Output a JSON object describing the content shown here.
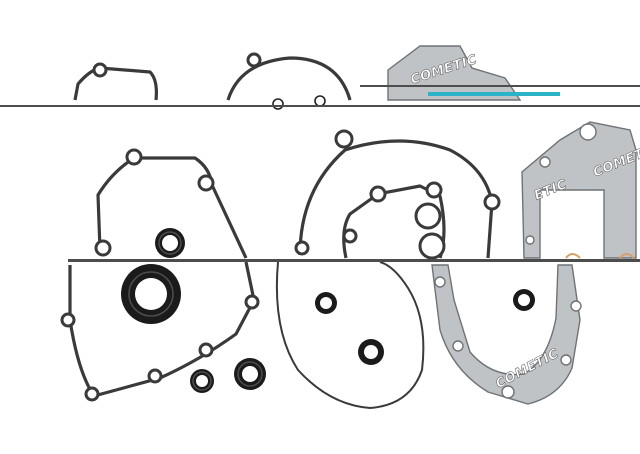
{
  "image": {
    "subject": "engine gasket kit with oil seals",
    "background_color": "#ffffff",
    "gasket_color": "#3a3a3a",
    "metal_gasket_color": "#bfc3c6",
    "seal_color": "#1b1b1b",
    "accent_colors": [
      "#2bb3c8",
      "#d9a06a"
    ]
  },
  "brand": {
    "logo_text": "COMETIC",
    "logo_text_short": "ETIC"
  }
}
